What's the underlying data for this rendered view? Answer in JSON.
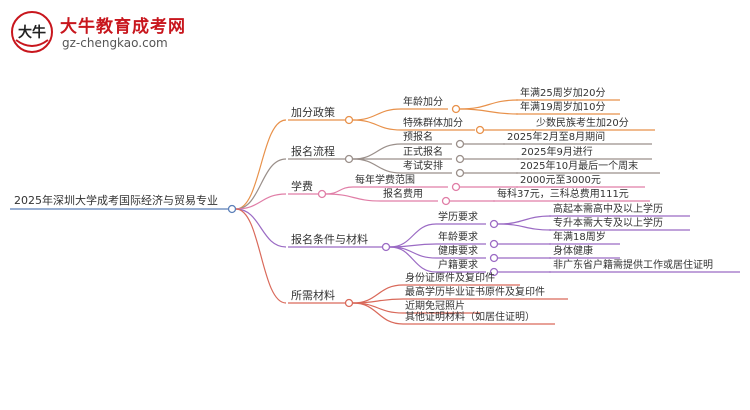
{
  "brand": {
    "name": "大牛教育成考网",
    "url": "gz-chengkao.com",
    "logo_text": "大牛",
    "name_color": "#c8161d",
    "url_color": "#555555"
  },
  "mindmap": {
    "root": "2025年深圳大学成考国际经济与贸易专业",
    "root_color": "#5b7fb8",
    "branches": [
      {
        "label": "加分政策",
        "color": "#e8914a",
        "children": [
          {
            "label": "年龄加分",
            "children": [
              {
                "label": "年满25周岁加20分"
              },
              {
                "label": "年满19周岁加10分"
              }
            ]
          },
          {
            "label": "特殊群体加分",
            "children": [
              {
                "label": "少数民族考生加20分"
              }
            ]
          }
        ]
      },
      {
        "label": "报名流程",
        "color": "#9a8f8a",
        "children": [
          {
            "label": "预报名",
            "value": "2025年2月至8月期间"
          },
          {
            "label": "正式报名",
            "value": "2025年9月进行"
          },
          {
            "label": "考试安排",
            "value": "2025年10月最后一个周末"
          }
        ]
      },
      {
        "label": "学费",
        "color": "#e07da6",
        "children": [
          {
            "label": "每年学费范围",
            "value": "2000元至3000元"
          },
          {
            "label": "报名费用",
            "value": "每科37元，三科总费用111元"
          }
        ]
      },
      {
        "label": "报名条件与材料",
        "color": "#9b6bc4",
        "children": [
          {
            "label": "学历要求",
            "children": [
              {
                "label": "高起本需高中及以上学历"
              },
              {
                "label": "专升本需大专及以上学历"
              }
            ]
          },
          {
            "label": "年龄要求",
            "value": "年满18周岁"
          },
          {
            "label": "健康要求",
            "value": "身体健康"
          },
          {
            "label": "户籍要求",
            "value": "非广东省户籍需提供工作或居住证明"
          }
        ]
      },
      {
        "label": "所需材料",
        "color": "#d9695a",
        "children": [
          {
            "label": "身份证原件及复印件"
          },
          {
            "label": "最高学历毕业证书原件及复印件"
          },
          {
            "label": "近期免冠照片"
          },
          {
            "label": "其他证明材料（如居住证明）"
          }
        ]
      }
    ]
  }
}
